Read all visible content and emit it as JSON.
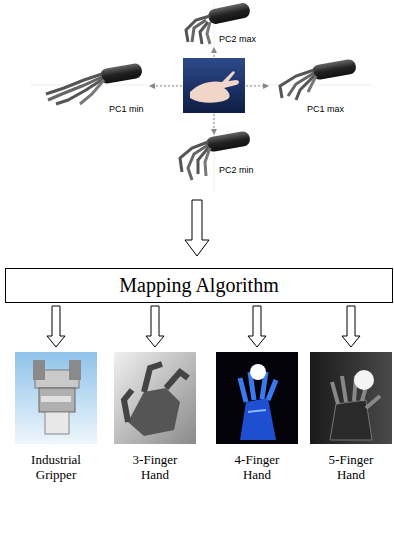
{
  "diagram": {
    "nodes": [
      {
        "text": [
          "Mapping Algorithm"
        ]
      },
      {
        "text": [
          "Industrial Gripper"
        ]
      },
      {
        "text": [
          "3-Finger Hand"
        ]
      },
      {
        "text": [
          "4-Finger Hand"
        ]
      },
      {
        "text": [
          "5-Finger Hand"
        ]
      }
    ],
    "edges": [
      {
        "from": 0,
        "to": 1,
        "arrow": "to"
      },
      {
        "from": 0,
        "to": 2,
        "arrow": "to"
      },
      {
        "from": 0,
        "to": 3,
        "arrow": "to"
      },
      {
        "from": 0,
        "to": 4,
        "arrow": "to"
      }
    ],
    "labels": [
      "PC2 max",
      "PC1 min",
      "PC1 max",
      "PC2 min"
    ]
  }
}
